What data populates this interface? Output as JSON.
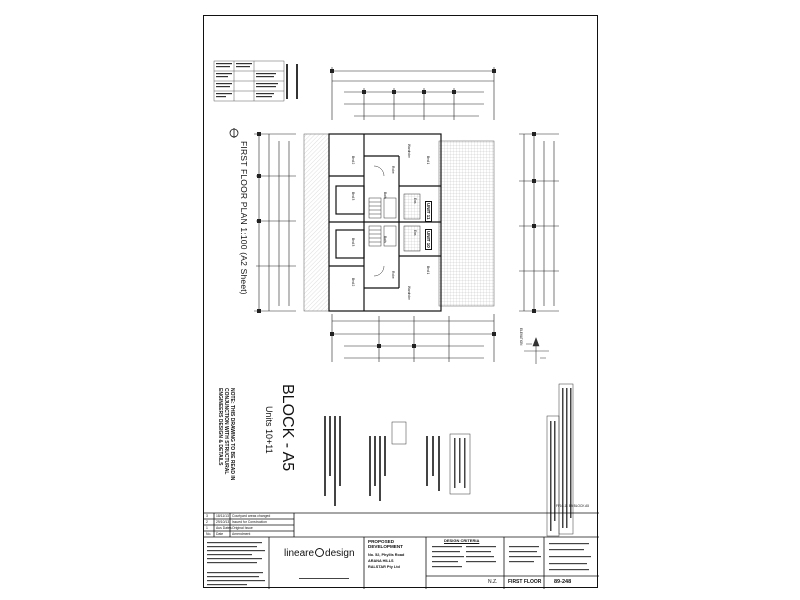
{
  "drawing": {
    "plan_title": "FIRST FLOOR PLAN 1:100 (A2 Sheet)",
    "block_title": "BLOCK - A5",
    "units_subtitle": "Units 10+11",
    "note_label": "NOTE:",
    "note_text": "THIS DRAWING TO BE READ IN CONJUNCTION WITH STRUCTURAL ENGINEERS DESIGN & DETAILS",
    "unit_labels": [
      "UNIT 11",
      "UNIT 10"
    ],
    "room_labels": [
      "Bed 2",
      "Bed 3",
      "Bed 1",
      "Bed 1",
      "Bed 3",
      "Bed 2",
      "Robe",
      "Robe",
      "Ens",
      "Ens",
      "Bath",
      "Bath",
      "Wardrobe",
      "Wardrobe"
    ],
    "north_label": "ELEVATION",
    "sheet_ref_small": "FF10-11 BA BLOCK A5"
  },
  "revisions": {
    "headers": [
      "No.",
      "Date",
      "Amendment"
    ],
    "rows": [
      [
        "3",
        "18/11/13",
        "Courtyard areas changed"
      ],
      [
        "2",
        "29/10/13",
        "Issued for Construction"
      ],
      [
        "1",
        "Aus Dates",
        "Original Issue"
      ]
    ]
  },
  "title_block": {
    "logo_text_left": "lineare",
    "logo_text_right": "design",
    "project_label": "PROPOSED DEVELOPMENT",
    "address": "No. 52, Phyllis Road",
    "suburb": "ARANA HILLS",
    "client": "RALSTAR Pty Ltd",
    "design_criteria": "DESIGN CRITERIA",
    "region_note": "N.Z.",
    "sheet_name": "FIRST FLOOR",
    "drawing_number": "89-248"
  }
}
